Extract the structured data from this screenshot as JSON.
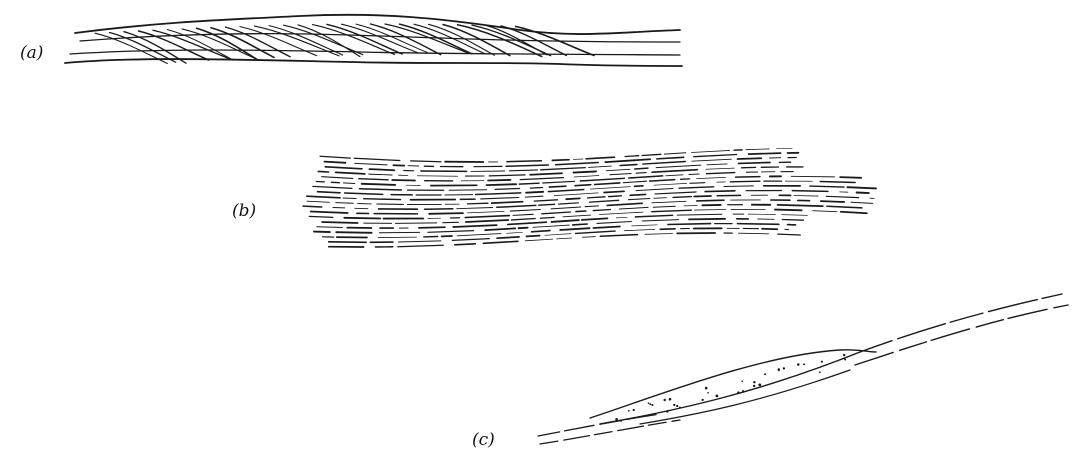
{
  "figure": {
    "panels": [
      {
        "label": "(a)",
        "drawing": "lenticular-bed-with-inclined-foresets"
      },
      {
        "label": "(b)",
        "drawing": "lenticular-bed-with-dashed-parallel-laminae"
      },
      {
        "label": "(c)",
        "drawing": "inclined-thin-lens-with-scattered-grains"
      }
    ],
    "ink_color": "#1a1a1a"
  }
}
